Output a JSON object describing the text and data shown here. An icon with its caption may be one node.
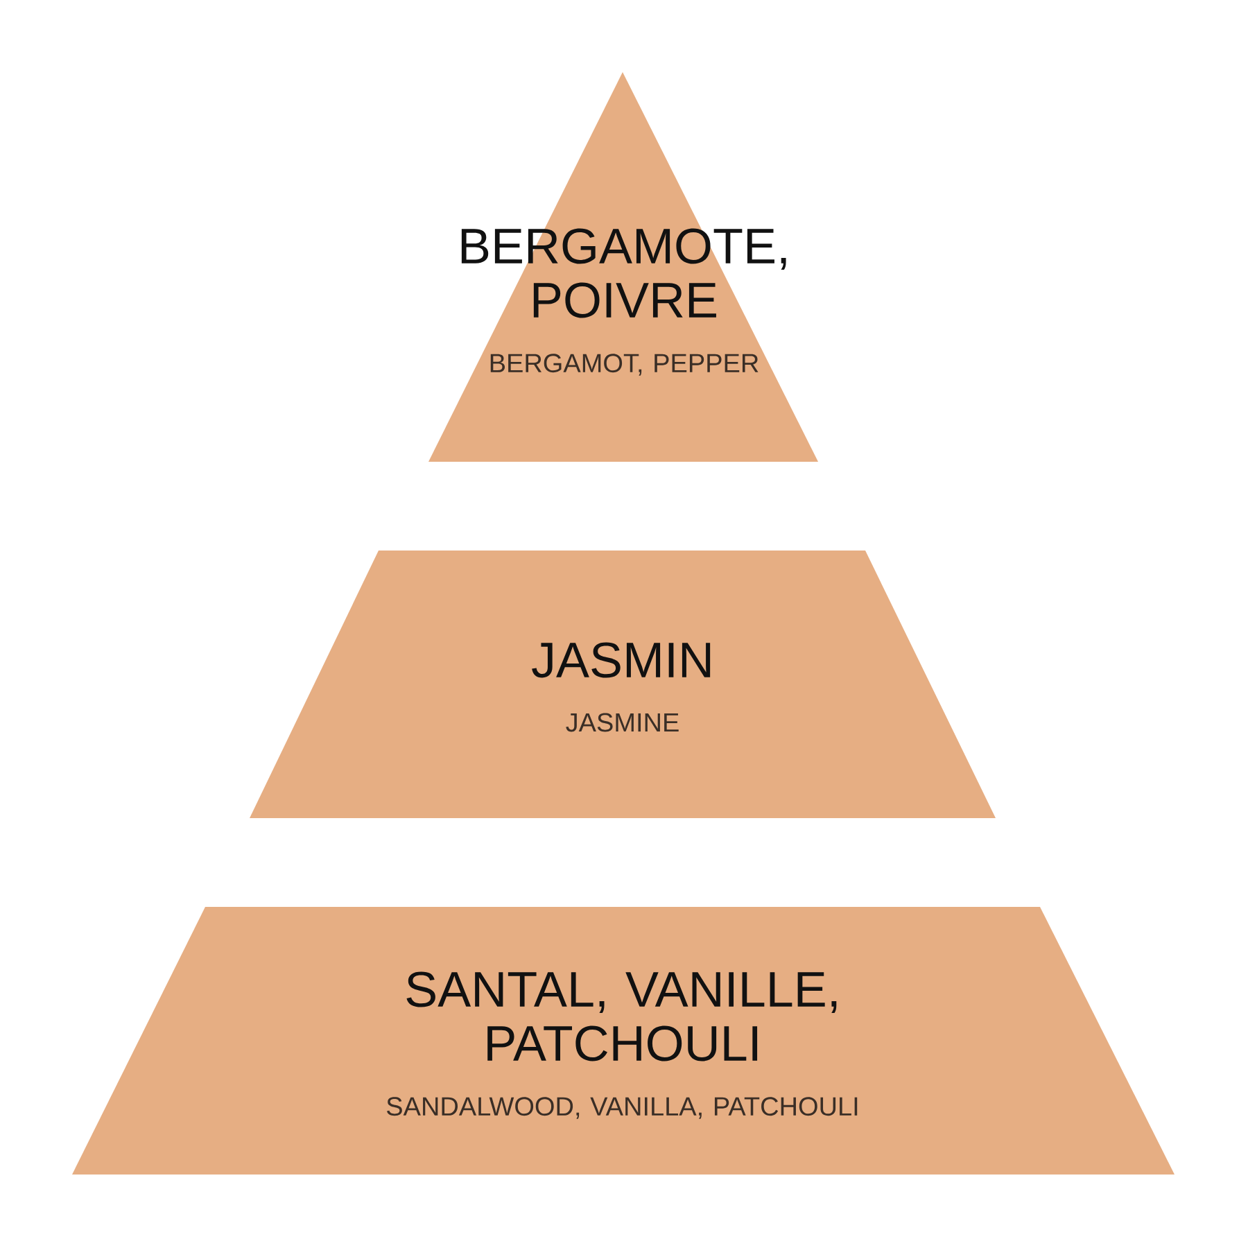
{
  "diagram": {
    "nodes": [
      {
        "text": [
          "BERGAMOTE, POIVRE",
          "BERGAMOT, PEPPER"
        ]
      },
      {
        "text": [
          "JASMIN",
          "JASMINE"
        ]
      },
      {
        "text": [
          "SANTAL, VANILLE, PATCHOULI",
          "SANDALWOOD, VANILLA, PATCHOULI"
        ]
      }
    ]
  }
}
